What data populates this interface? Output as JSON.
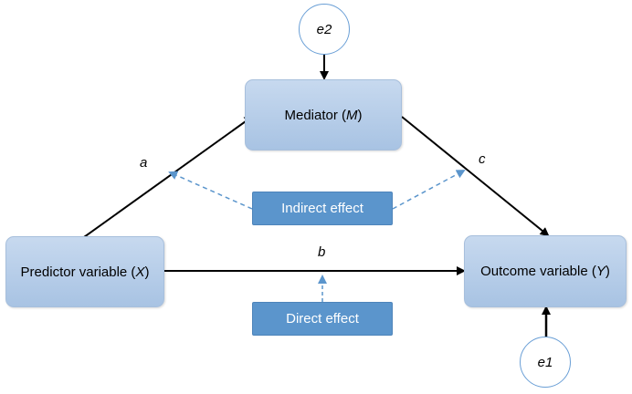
{
  "nodes": {
    "mediator": {
      "label": "Mediator",
      "symbol": "M"
    },
    "predictor": {
      "label": "Predictor variable",
      "symbol": "X"
    },
    "outcome": {
      "label": "Outcome variable",
      "symbol": "Y"
    }
  },
  "errors": {
    "e1": "e1",
    "e2": "e2"
  },
  "paths": {
    "a": "a",
    "b": "b",
    "c": "c"
  },
  "effects": {
    "indirect": "Indirect effect",
    "direct": "Direct effect"
  },
  "colors": {
    "node_fill": "#b8cfea",
    "effect_fill": "#5b95cc",
    "dashed_arrow": "#5b95cc",
    "circle_border": "#6a9fd6"
  }
}
